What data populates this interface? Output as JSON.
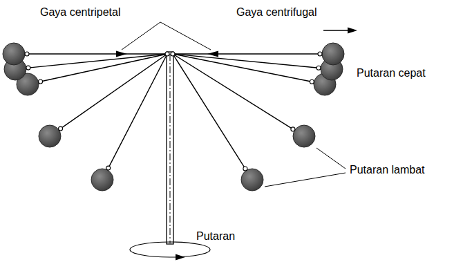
{
  "diagram": {
    "labels": [
      "Gaya centripetal",
      "Gaya centrifugal",
      "Putaran cepat",
      "Putaran lambat",
      "Putaran"
    ]
  }
}
